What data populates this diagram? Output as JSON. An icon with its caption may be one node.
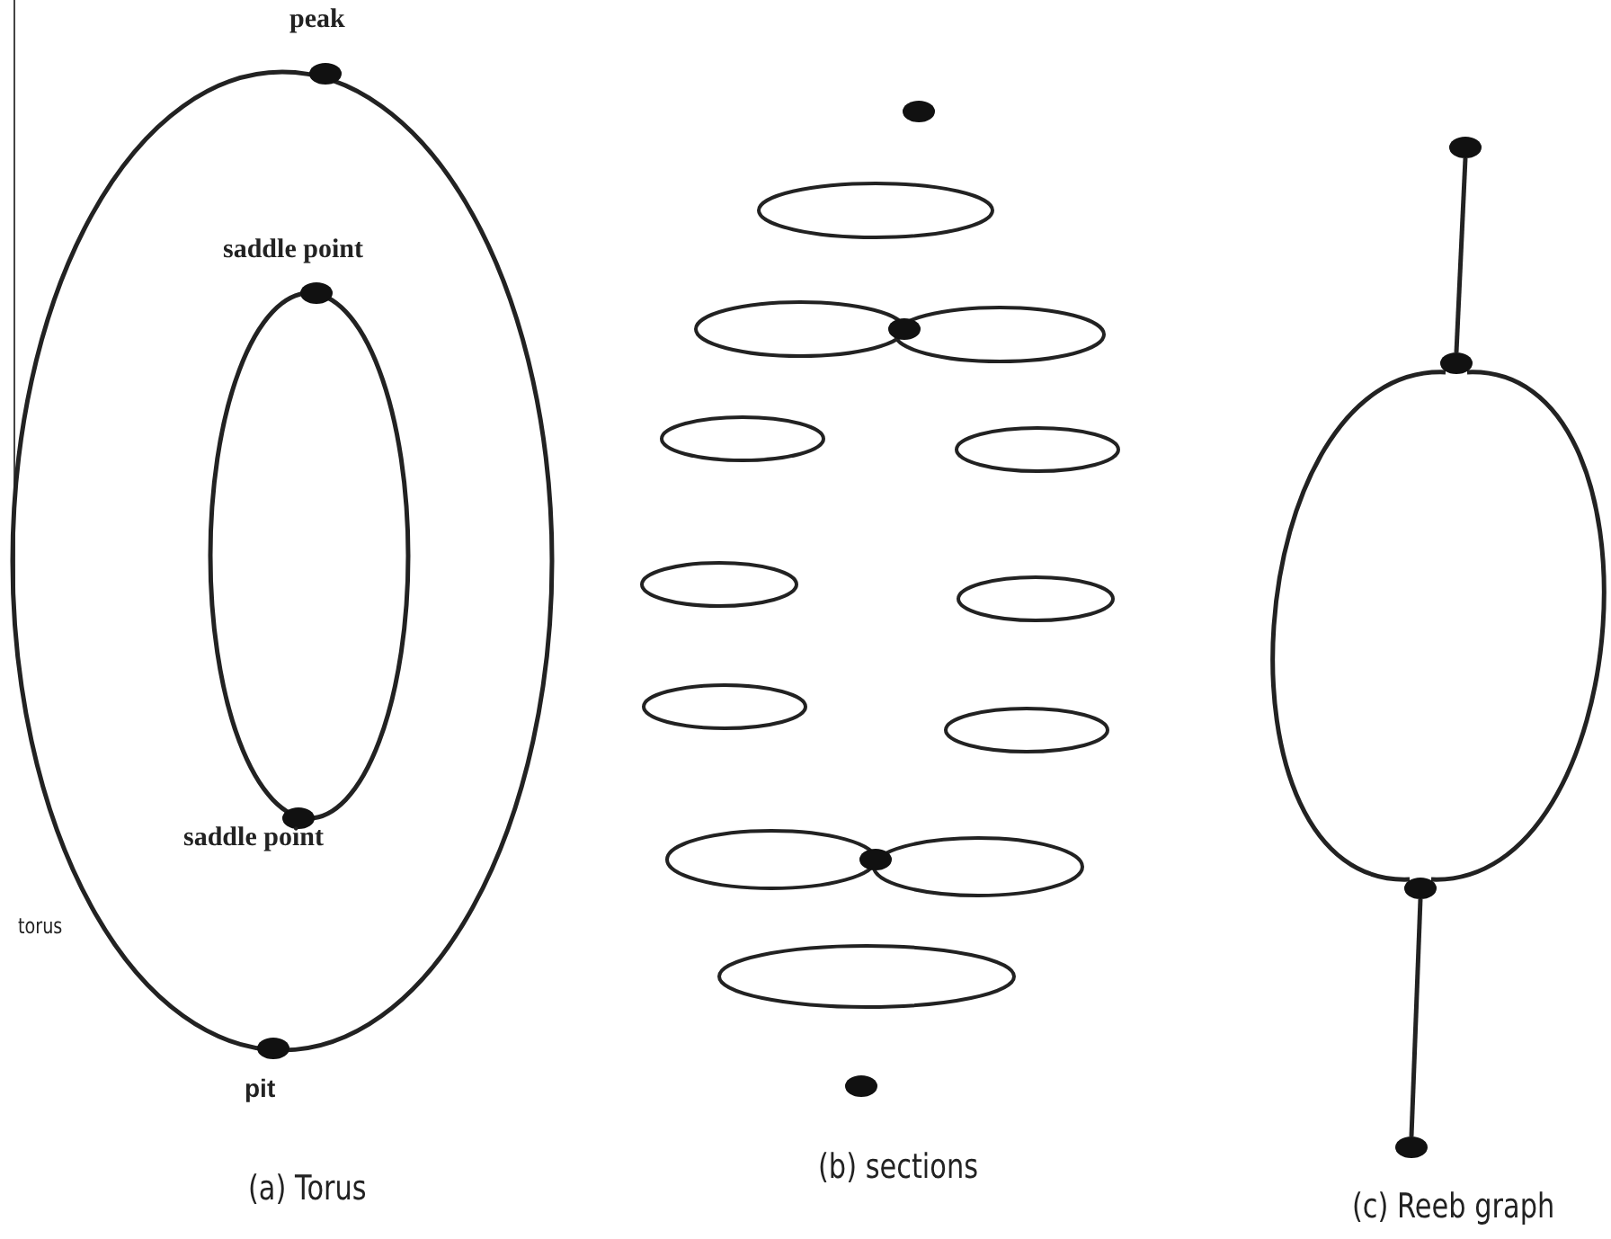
{
  "diagram": {
    "nodes": [
      {
        "text": [],
        "shape": "circle"
      },
      {
        "text": [],
        "shape": "circle"
      },
      {
        "text": [],
        "shape": "circle"
      },
      {
        "text": [],
        "shape": "circle"
      }
    ],
    "edges": [
      {
        "from": 0,
        "to": 1,
        "arrow": "none"
      },
      {
        "from": 1,
        "to": 2,
        "arrow": "none"
      },
      {
        "from": 1,
        "to": 2,
        "arrow": "none"
      },
      {
        "from": 2,
        "to": 3,
        "arrow": "none"
      }
    ],
    "labels": [
      "peak",
      "saddle point",
      "saddle point",
      "torus",
      "pit",
      "(a) Torus",
      "(b) sections",
      "(c) Reeb graph"
    ]
  }
}
